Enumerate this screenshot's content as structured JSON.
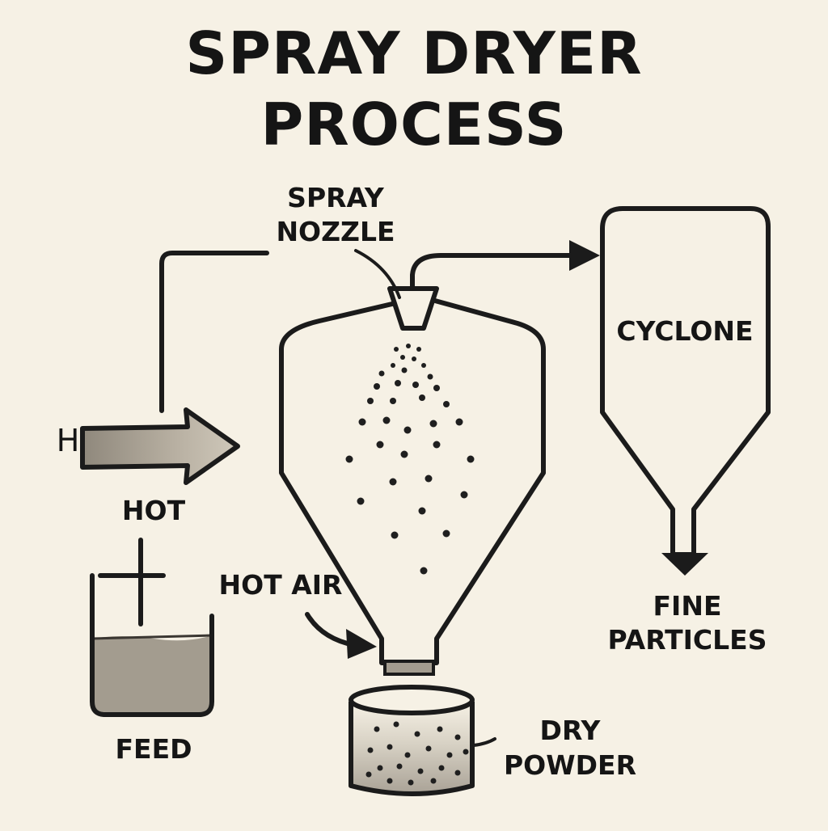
{
  "title": {
    "line1": "SPRAY DRYER",
    "line2": "PROCESS"
  },
  "labels": {
    "spray_nozzle_line1": "SPRAY",
    "spray_nozzle_line2": "NOZZLE",
    "cyclone": "CYCLONE",
    "hot_left": "HOT",
    "hot_air": "HOT AIR",
    "fine_particles_line1": "FINE",
    "fine_particles_line2": "PARTICLES",
    "feed": "FEED",
    "dry_powder_line1": "DRY",
    "dry_powder_line2": "POWDER",
    "inlet_mark": "H"
  },
  "colors": {
    "background": "#f6f1e5",
    "outline": "#1b1b1b",
    "liquid": "#a39c8f",
    "arrow_fill": "#b0a89a",
    "particle": "#1f1f1f"
  }
}
